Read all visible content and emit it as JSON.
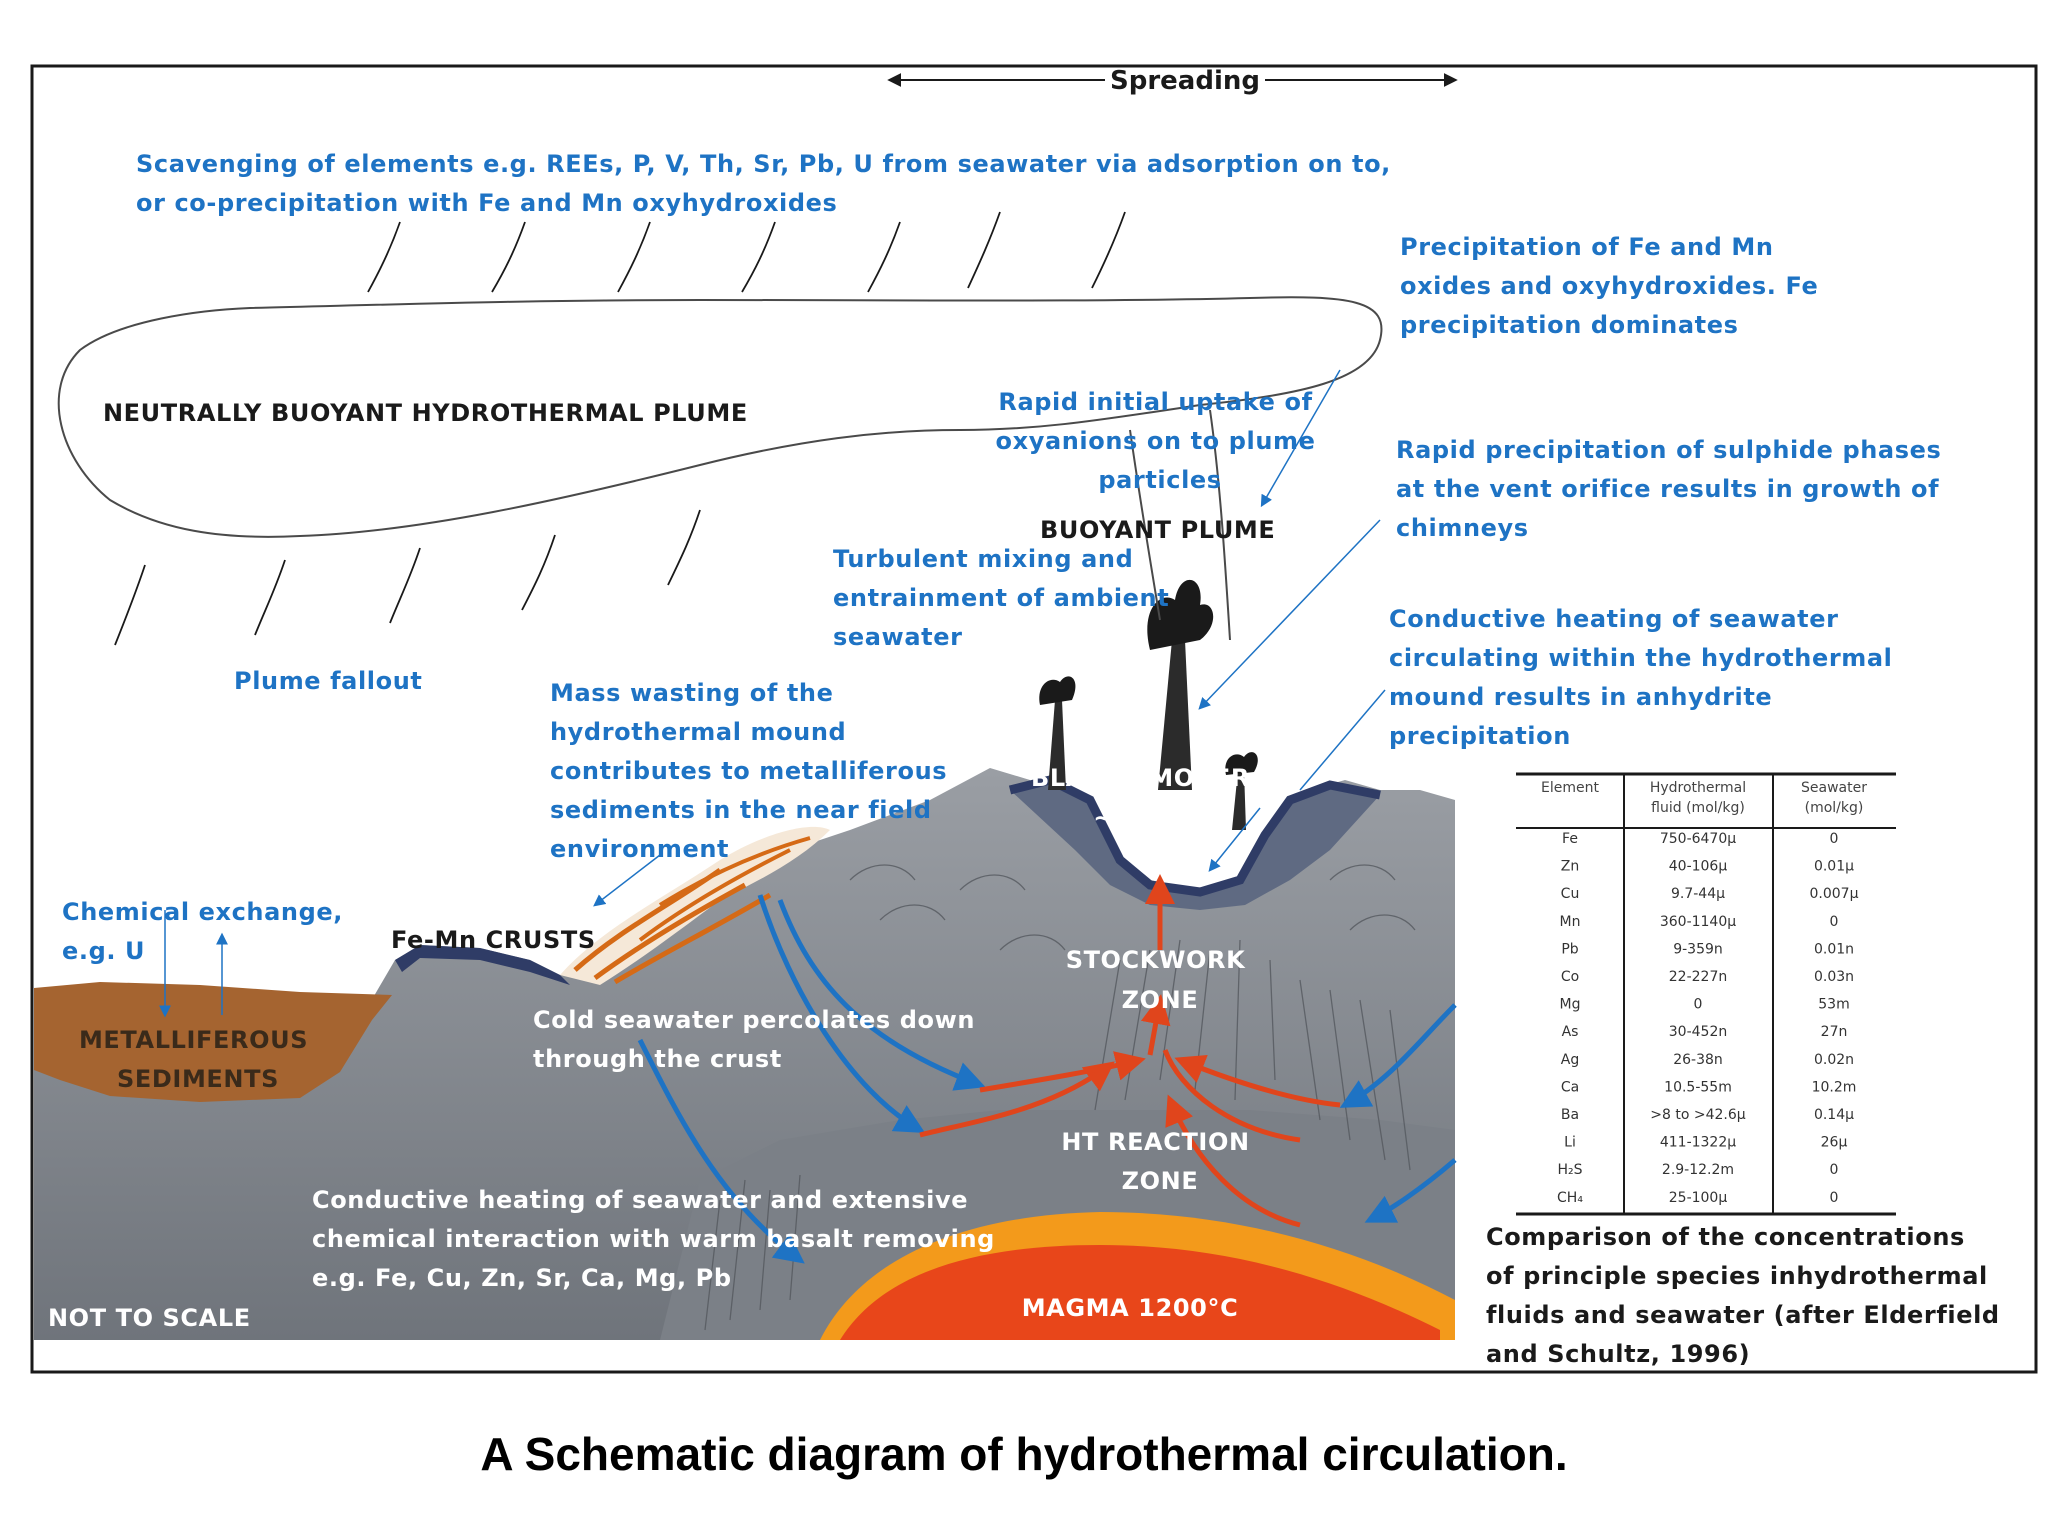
{
  "spreading_label": "Spreading",
  "labels": {
    "scavenging": [
      "Scavenging of elements e.g. REEs, P, V, Th, Sr, Pb, U from seawater via adsorption on to,",
      "or co-precipitation with Fe and Mn oxyhydroxides"
    ],
    "plume": "NEUTRALLY BUOYANT  HYDROTHERMAL PLUME",
    "fallout": "Plume fallout",
    "rapid_uptake": [
      "Rapid initial uptake of",
      "oxyanions on to plume",
      "particles"
    ],
    "buoyant_plume": "BUOYANT PLUME",
    "turbulent": [
      "Turbulent mixing and",
      "entrainment of ambient",
      "seawater"
    ],
    "precip_fe_mn": [
      "Precipitation of Fe and Mn",
      "oxides and oxyhydroxides. Fe",
      "precipitation dominates"
    ],
    "sulphide": [
      "Rapid precipitation of sulphide phases",
      "at the vent orifice results in growth of",
      "chimneys"
    ],
    "conductive_mound": [
      "Conductive heating of seawater",
      "circulating within the hydrothermal",
      "mound results in anhydrite",
      "precipitation"
    ],
    "mass_wasting": [
      "Mass wasting of the",
      "hydrothermal mound",
      "contributes to metalliferous",
      "sediments in the near field",
      "environment"
    ],
    "chemical_exchange": [
      "Chemical exchange,",
      "e.g. U"
    ],
    "fe_mn_crusts": "Fe-Mn CRUSTS",
    "metalliferous": [
      "METALLIFEROUS",
      "SEDIMENTS"
    ],
    "black_smoker": [
      "BLACK SMOKER",
      "~350°C"
    ],
    "stockwork": [
      "STOCKWORK",
      "ZONE"
    ],
    "cold_seawater": [
      "Cold seawater percolates down",
      "through the crust"
    ],
    "ht_reaction": [
      "HT REACTION",
      "ZONE"
    ],
    "conductive_basalt": [
      "Conductive heating of seawater and extensive",
      "chemical interaction with warm basalt removing",
      "e.g. Fe, Cu, Zn, Sr, Ca, Mg, Pb"
    ],
    "magma": "MAGMA 1200°C",
    "not_to_scale": "NOT TO SCALE",
    "comparison": [
      "Comparison of the concentrations",
      "of principle species inhydrothermal",
      "fluids and seawater (after Elderfield",
      "and Schultz, 1996)"
    ]
  },
  "table": {
    "headers": [
      [
        "Element"
      ],
      [
        "Hydrothermal",
        "fluid (mol/kg)"
      ],
      [
        "Seawater",
        "(mol/kg)"
      ]
    ],
    "rows": [
      [
        "Fe",
        "750-6470µ",
        "0"
      ],
      [
        "Zn",
        "40-106µ",
        "0.01µ"
      ],
      [
        "Cu",
        "9.7-44µ",
        "0.007µ"
      ],
      [
        "Mn",
        "360-1140µ",
        "0"
      ],
      [
        "Pb",
        "9-359n",
        "0.01n"
      ],
      [
        "Co",
        "22-227n",
        "0.03n"
      ],
      [
        "Mg",
        "0",
        "53m"
      ],
      [
        "As",
        "30-452n",
        "27n"
      ],
      [
        "Ag",
        "26-38n",
        "0.02n"
      ],
      [
        "Ca",
        "10.5-55m",
        "10.2m"
      ],
      [
        "Ba",
        ">8 to >42.6µ",
        "0.14µ"
      ],
      [
        "Li",
        "411-1322µ",
        "26µ"
      ],
      [
        "H₂S",
        "2.9-12.2m",
        "0"
      ],
      [
        "CH₄",
        "25-100µ",
        "0"
      ]
    ]
  },
  "caption": "A Schematic diagram of hydrothermal circulation."
}
